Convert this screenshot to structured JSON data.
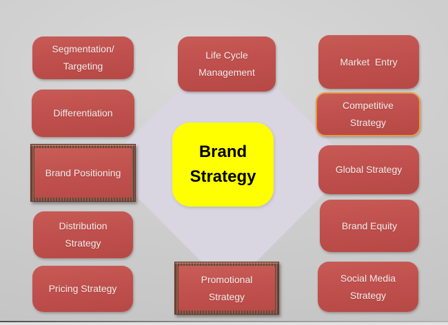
{
  "diagram": {
    "center": {
      "label": "Brand\nStrategy"
    },
    "left": [
      {
        "label": "Segmentation/\nTargeting"
      },
      {
        "label": "Differentiation"
      },
      {
        "label": "Brand Positioning"
      },
      {
        "label": "Distribution\nStrategy"
      },
      {
        "label": "Pricing Strategy"
      }
    ],
    "center_col": [
      {
        "label": "Life Cycle\nManagement"
      },
      {
        "label": "Promotional\nStrategy"
      }
    ],
    "right": [
      {
        "label": "Market  Entry"
      },
      {
        "label": "Competitive\nStrategy"
      },
      {
        "label": "Global Strategy"
      },
      {
        "label": "Brand Equity"
      },
      {
        "label": "Social Media\nStrategy"
      }
    ],
    "colors": {
      "node_red": "#c0504d",
      "node_text": "#f3eeec",
      "center_yellow": "#ffff00",
      "center_text": "#000000",
      "diamond_lavender": "#d9d6e2",
      "highlight_border_orange": "#e79a41",
      "frame_brown": "#6d4237",
      "background_gray": "#cecece"
    }
  }
}
